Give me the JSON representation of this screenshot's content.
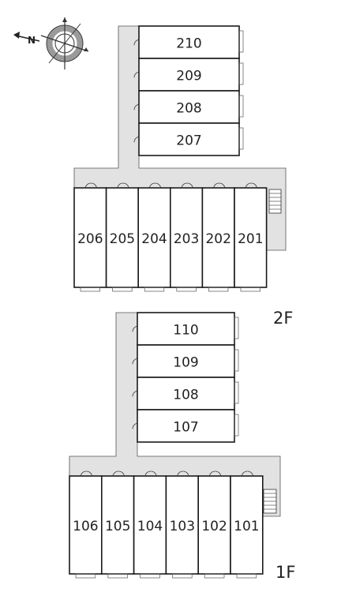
{
  "compass": {
    "north_label": "N",
    "icon": "compass-rose-icon"
  },
  "floors": [
    {
      "label": "2F",
      "upper_units": [
        "210",
        "209",
        "208",
        "207"
      ],
      "lower_units": [
        "206",
        "205",
        "204",
        "203",
        "202",
        "201"
      ]
    },
    {
      "label": "1F",
      "upper_units": [
        "110",
        "109",
        "108",
        "107"
      ],
      "lower_units": [
        "106",
        "105",
        "104",
        "103",
        "102",
        "101"
      ]
    }
  ],
  "colors": {
    "walkway": "#e2e2e2",
    "wall": "#1a1a1a",
    "unit_fill": "#ffffff",
    "compass_ring": "#9a9a9a"
  }
}
